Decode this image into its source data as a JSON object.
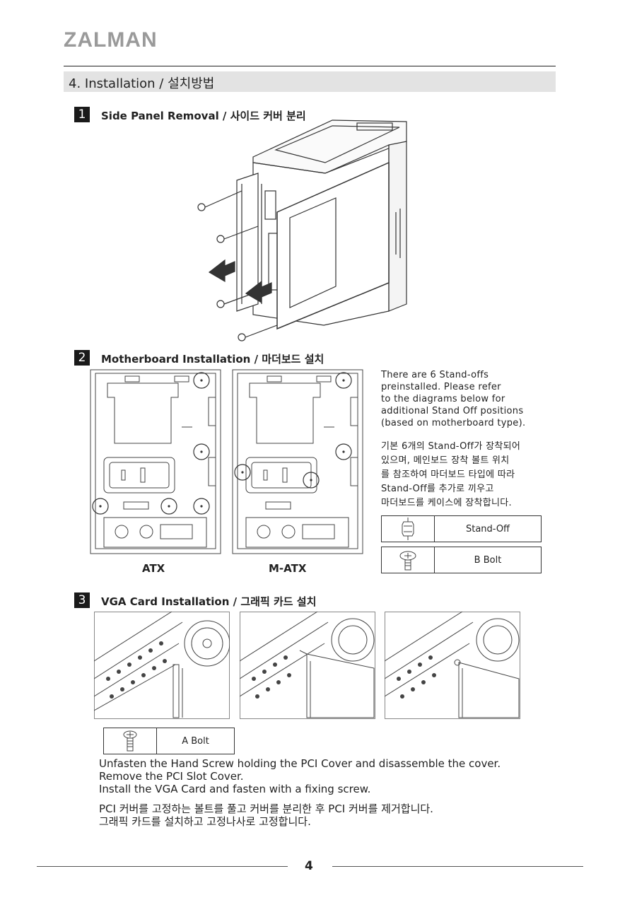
{
  "header": {
    "brand": "ZALMAN"
  },
  "section": {
    "title": "4. Installation / 설치방법"
  },
  "step1": {
    "number": "1",
    "title": "Side Panel Removal / 사이드 커버 분리"
  },
  "step2": {
    "number": "2",
    "title": "Motherboard Installation / 마더보드 설치",
    "board_labels": [
      "ATX",
      "M-ATX"
    ],
    "text_en": [
      "There are 6 Stand-offs",
      "preinstalled.  Please refer",
      "to the diagrams below for",
      "additional Stand Off positions",
      "(based on motherboard type)."
    ],
    "text_ko": [
      "기본 6개의 Stand-Off가 장착되어",
      "있으며, 메인보드 장착 볼트 위치",
      "를 참조하여 마더보드 타입에 따라",
      "Stand-Off를 추가로 끼우고",
      "마더보드를 케이스에 장착합니다."
    ],
    "legend": [
      {
        "icon": "standoff-icon",
        "label": "Stand-Off"
      },
      {
        "icon": "b-bolt-icon",
        "label": "B Bolt"
      }
    ]
  },
  "step3": {
    "number": "3",
    "title": "VGA Card Installation / 그래픽 카드 설치",
    "legend": {
      "icon": "a-bolt-icon",
      "label": "A Bolt"
    },
    "text_en": [
      "Unfasten the Hand Screw holding the PCI Cover and disassemble the cover.",
      "Remove the PCI Slot Cover.",
      "Install the VGA Card and fasten with a fixing screw."
    ],
    "text_ko": [
      "PCI 커버를 고정하는 볼트를 풀고 커버를 분리한 후 PCI 커버를 제거합니다.",
      "그래픽 카드를 설치하고 고정나사로 고정합니다."
    ]
  },
  "footer": {
    "page": "4"
  }
}
